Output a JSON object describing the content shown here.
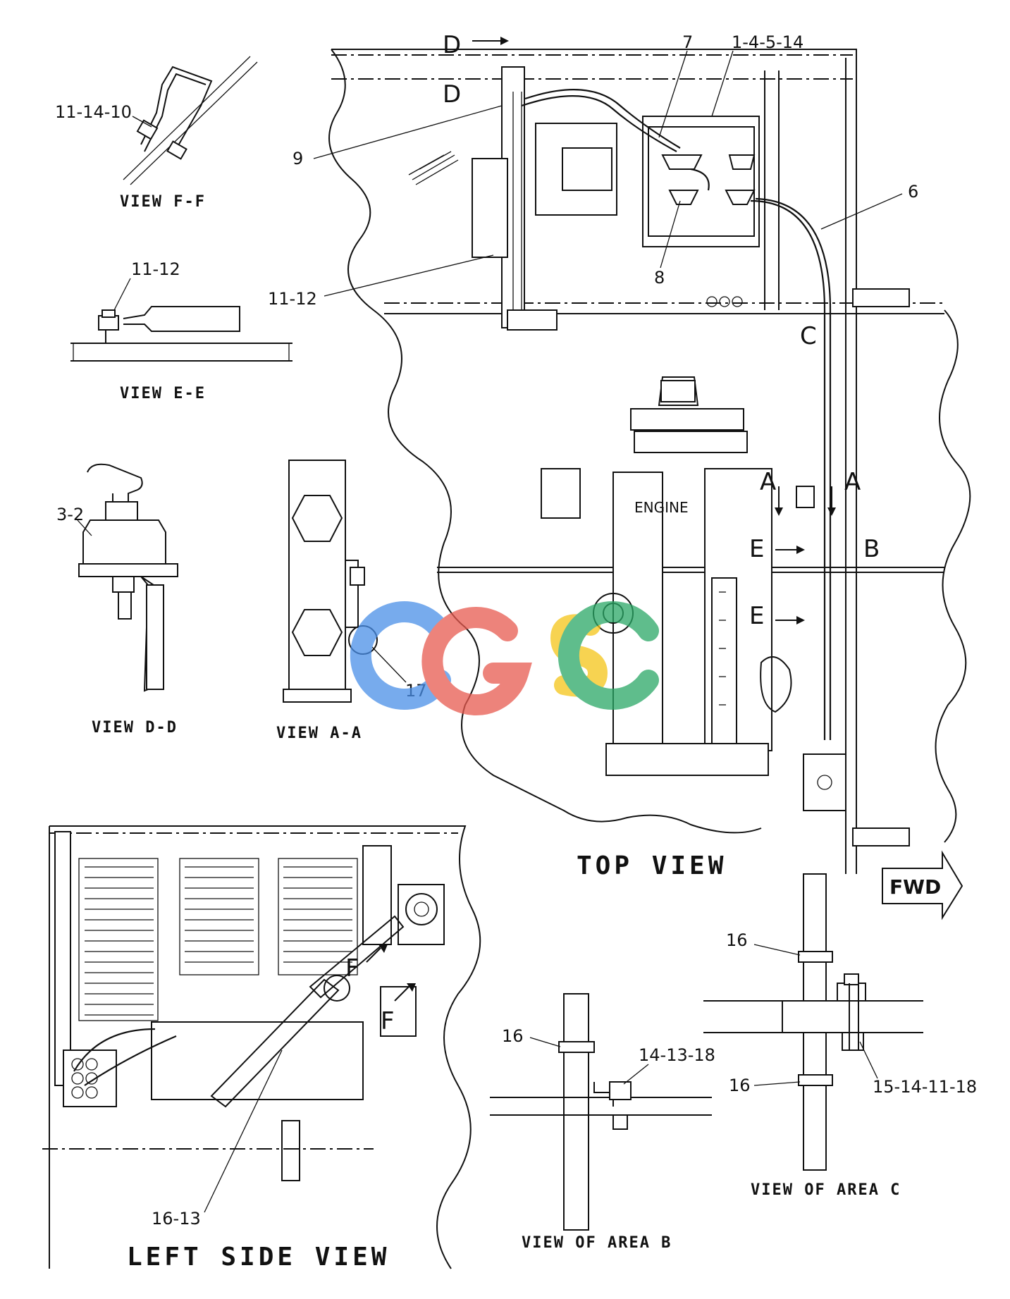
{
  "callouts": {
    "c_11_14_10": "11-14-10",
    "c_11_12_top": "11-12",
    "c_3_2": "3-2",
    "c_17": "17",
    "c_7": "7",
    "c_1_4_5_14": "1-4-5-14",
    "c_9": "9",
    "c_6": "6",
    "c_8": "8",
    "c_11_12": "11-12",
    "c_16_a": "16",
    "c_16_b": "16",
    "c_16_c": "16",
    "c_14_13_18": "14-13-18",
    "c_15_14_11_18": "15-14-11-18",
    "c_16_13": "16-13"
  },
  "section_letters": {
    "d_top": "D",
    "d_bottom": "D",
    "c": "C",
    "a_left": "A",
    "a_right": "A",
    "b": "B",
    "e_top": "E",
    "e_bottom": "E",
    "f_top": "F",
    "f_bottom": "F"
  },
  "captions": {
    "view_ff": "VIEW F-F",
    "view_ee": "VIEW E-E",
    "view_dd": "VIEW D-D",
    "view_aa": "VIEW A-A",
    "top_view": "TOP VIEW",
    "left_side_view": "LEFT SIDE VIEW",
    "view_area_b": "VIEW OF AREA B",
    "view_area_c": "VIEW OF AREA C",
    "engine": "ENGINE",
    "fwd": "FWD"
  },
  "watermark": {
    "text": "CGSC",
    "colors": [
      "#4a8fe8",
      "#e85a4f",
      "#f5c518",
      "#2aa866"
    ]
  }
}
